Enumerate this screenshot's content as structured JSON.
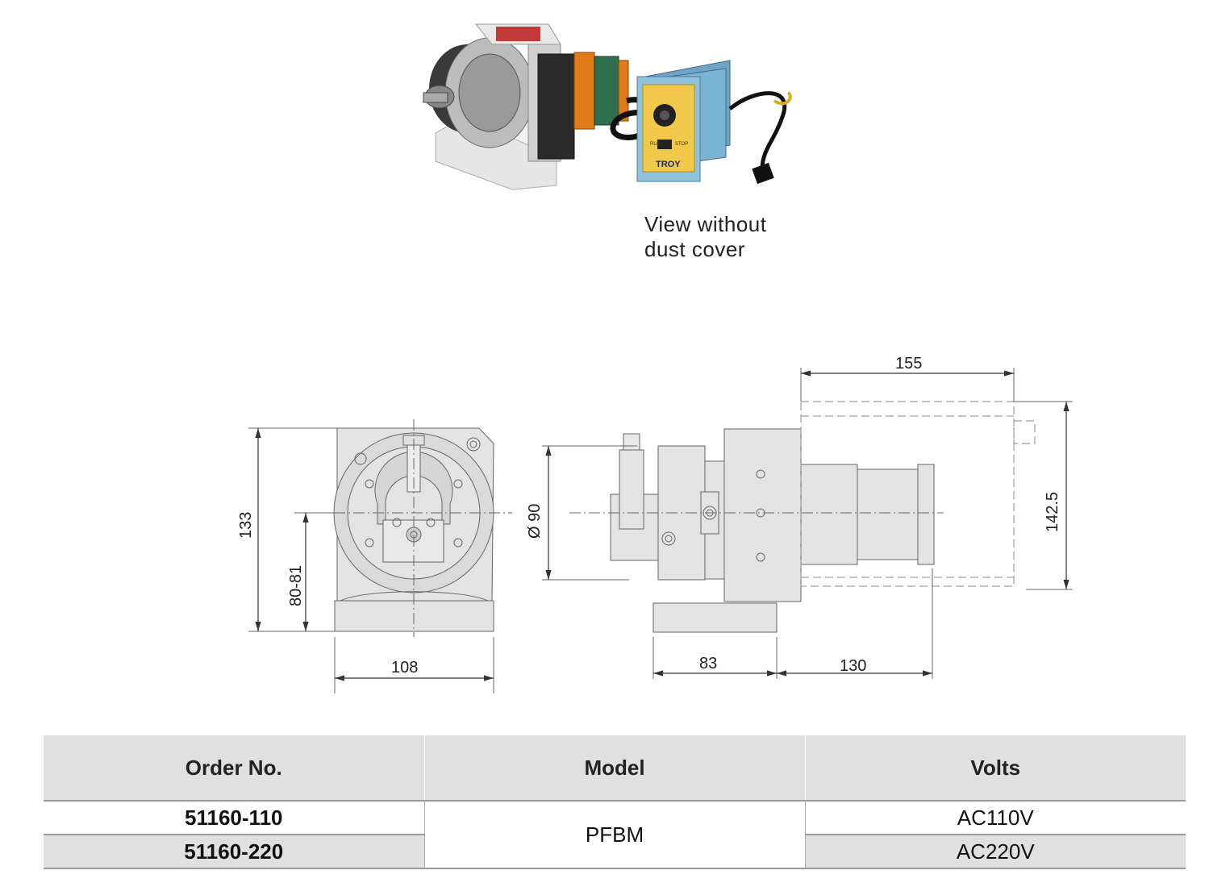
{
  "caption": {
    "line1": "View without",
    "line2": "dust cover"
  },
  "controller": {
    "brand": "TROY",
    "run_label": "RUN",
    "stop_label": "STOP"
  },
  "dimensions": {
    "height_total": "133",
    "center_height": "80-81",
    "base_width": "108",
    "diameter": "Ø 90",
    "cover_length": "155",
    "cover_height": "142.5",
    "base_length": "83",
    "motor_length": "130"
  },
  "table": {
    "headers": [
      "Order No.",
      "Model",
      "Volts"
    ],
    "rows": [
      {
        "order_no": "51160-110",
        "volts": "AC110V"
      },
      {
        "order_no": "51160-220",
        "volts": "AC220V"
      }
    ],
    "model": "PFBM"
  }
}
